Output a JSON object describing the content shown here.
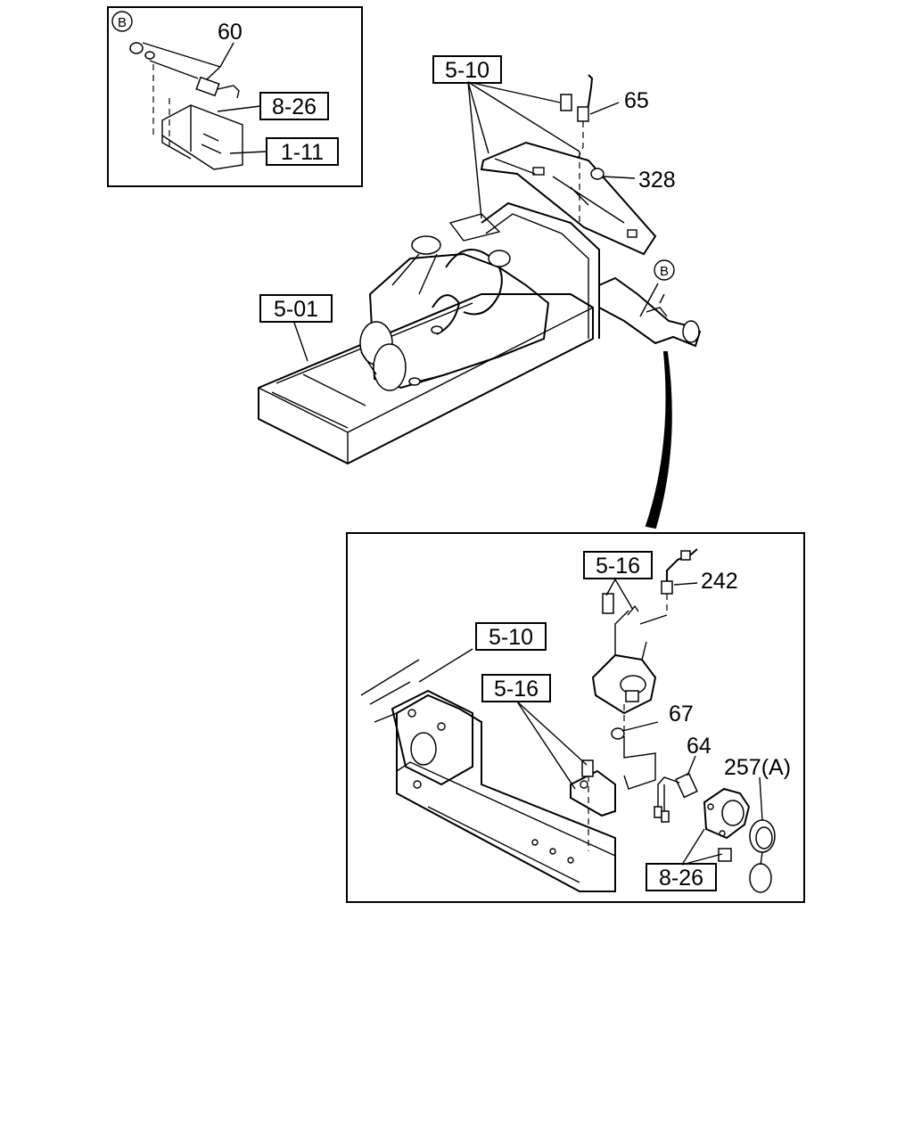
{
  "inset_top": {
    "view_marker": "B",
    "part_60": "60",
    "ref_8_26": "8-26",
    "ref_1_11": "1-11"
  },
  "main_view": {
    "ref_5_10": "5-10",
    "part_65": "65",
    "part_328": "328",
    "ref_5_01": "5-01",
    "view_marker_b": "B"
  },
  "detail_view": {
    "ref_5_16_top": "5-16",
    "part_242": "242",
    "ref_5_10": "5-10",
    "ref_5_16_mid": "5-16",
    "part_67": "67",
    "part_64": "64",
    "part_257a": "257(A)",
    "ref_8_26": "8-26"
  }
}
